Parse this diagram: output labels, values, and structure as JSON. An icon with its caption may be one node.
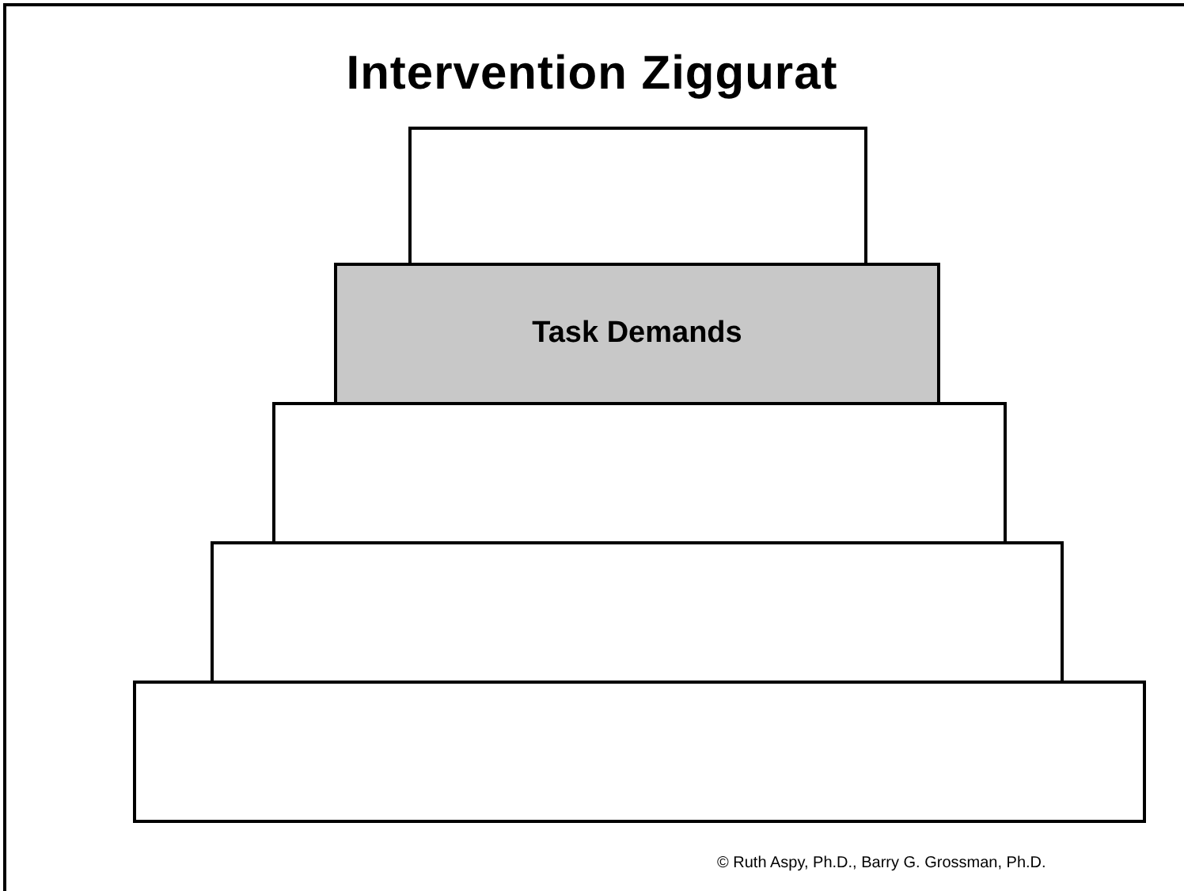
{
  "diagram": {
    "title": "Intervention Ziggurat",
    "nodes": [
      {
        "text": [],
        "shape": "box"
      },
      {
        "text": [
          "Task Demands"
        ]
      },
      {
        "text": [],
        "shape": "box"
      },
      {
        "text": [],
        "shape": "box"
      },
      {
        "text": [],
        "shape": "box"
      }
    ],
    "labels": [
      "© Ruth Aspy, Ph.D., Barry G. Grossman, Ph.D."
    ]
  }
}
